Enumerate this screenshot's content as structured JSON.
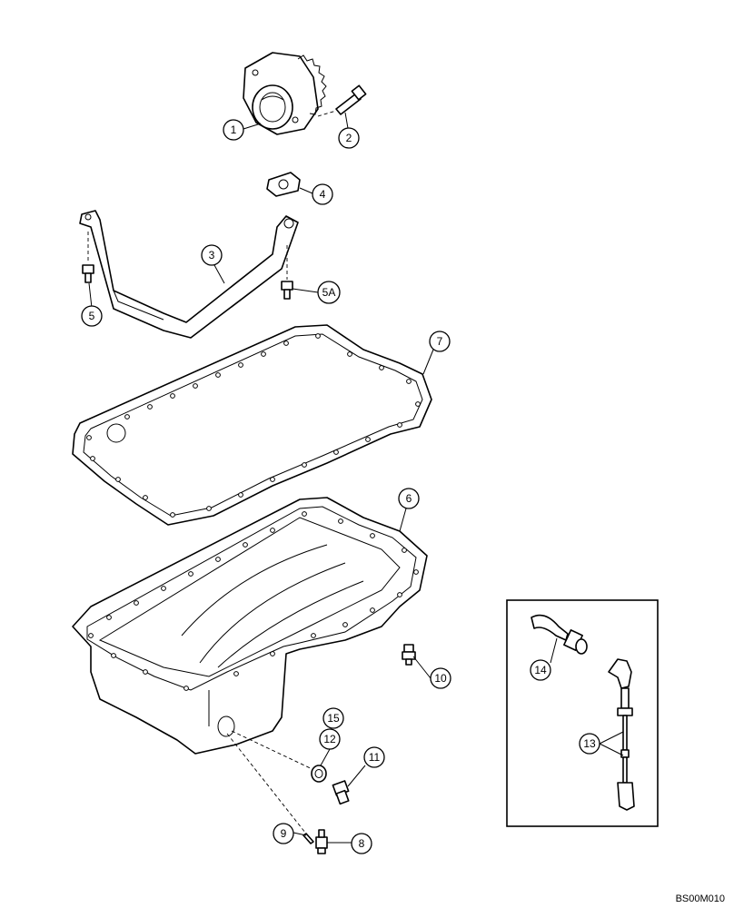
{
  "figure_code": "BS00M010",
  "callouts": {
    "c1": "1",
    "c2": "2",
    "c3": "3",
    "c4": "4",
    "c5": "5",
    "c5a": "5A",
    "c6": "6",
    "c7": "7",
    "c8": "8",
    "c9": "9",
    "c10": "10",
    "c11": "11",
    "c12": "12",
    "c13": "13",
    "c14": "14",
    "c15": "15"
  }
}
